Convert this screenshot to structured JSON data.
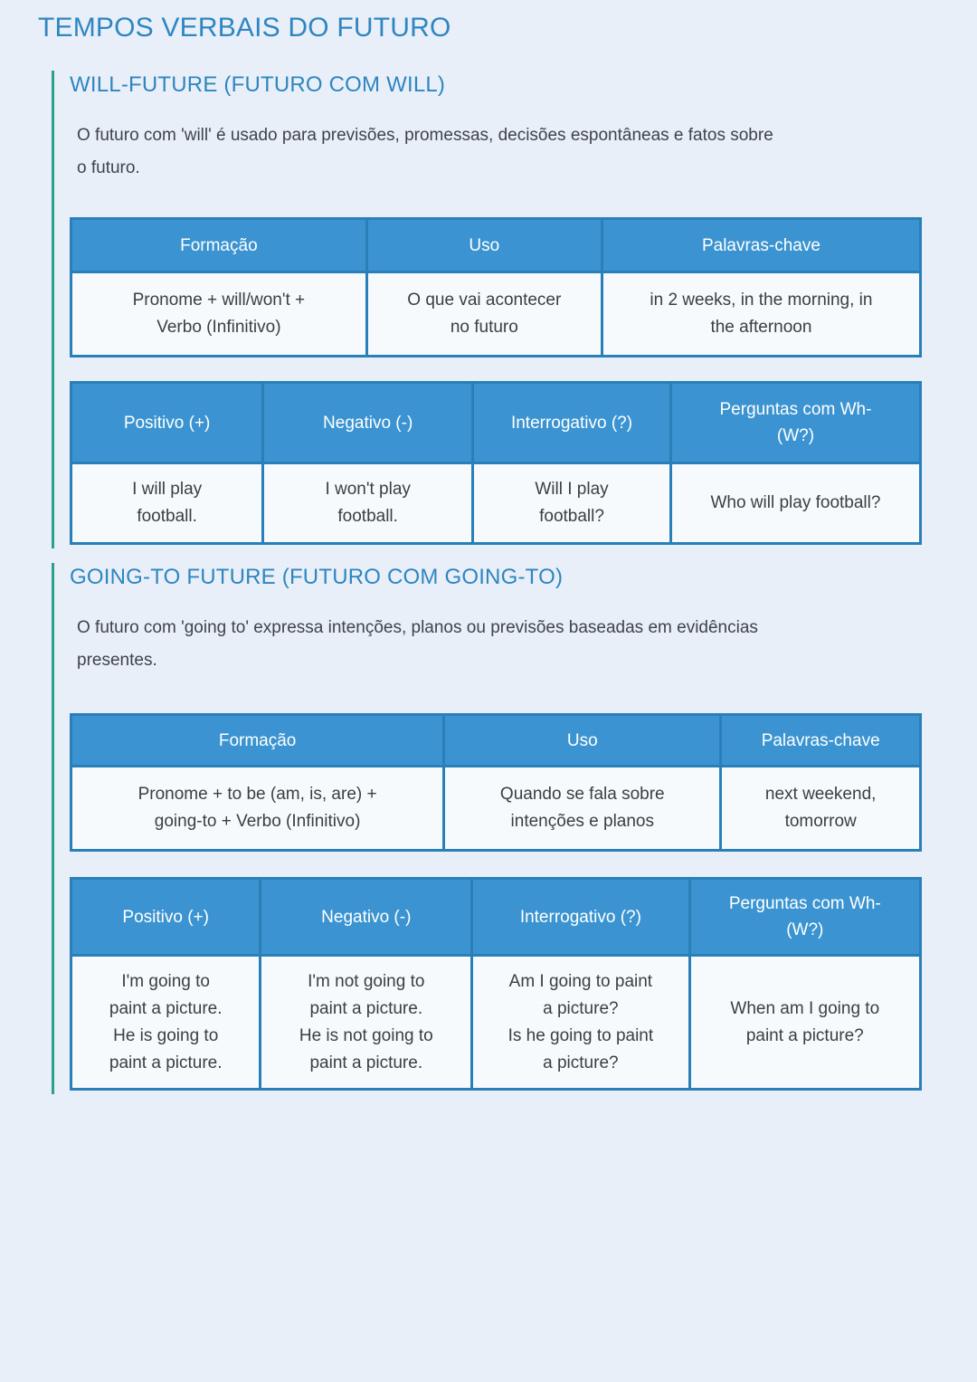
{
  "page": {
    "title": "TEMPOS VERBAIS DO FUTURO",
    "colors": {
      "background": "#e9eff8",
      "heading_blue": "#2e86c1",
      "table_header_blue": "#3b94d1",
      "table_border_blue": "#2980b9",
      "table_cell_bg": "#f7fafc",
      "section_accent_teal": "#29a18e",
      "body_text": "#3e4449"
    }
  },
  "sections": [
    {
      "heading": "WILL-FUTURE (FUTURO COM WILL)",
      "description": "O futuro com 'will' é usado para previsões, promessas, decisões espontâneas e fatos sobre\no futuro.",
      "info_table": {
        "headers": [
          "Formação",
          "Uso",
          "Palavras-chave"
        ],
        "row": [
          "Pronome + will/won't +\nVerbo (Infinitivo)",
          "O que vai acontecer\nno futuro",
          "in 2 weeks, in the morning, in\nthe afternoon"
        ]
      },
      "forms_table": {
        "headers": [
          "Positivo (+)",
          "Negativo (-)",
          "Interrogativo (?)",
          "Perguntas com Wh-\n(W?)"
        ],
        "row": [
          "I will play\nfootball.",
          "I won't play\nfootball.",
          "Will I play\nfootball?",
          "Who will play football?"
        ]
      }
    },
    {
      "heading": "GOING-TO FUTURE (FUTURO COM GOING-TO)",
      "description": "O futuro com 'going to' expressa intenções, planos ou previsões baseadas em evidências\npresentes.",
      "info_table": {
        "headers": [
          "Formação",
          "Uso",
          "Palavras-chave"
        ],
        "row": [
          "Pronome + to be (am, is, are) +\ngoing-to + Verbo (Infinitivo)",
          "Quando se fala sobre\nintenções e planos",
          "next weekend,\ntomorrow"
        ]
      },
      "forms_table": {
        "headers": [
          "Positivo (+)",
          "Negativo (-)",
          "Interrogativo (?)",
          "Perguntas com Wh-\n(W?)"
        ],
        "row": [
          "I'm going to\npaint a picture.\nHe is going to\npaint a picture.",
          "I'm not going to\npaint a picture.\nHe is not going to\npaint a picture.",
          "Am I going to paint\na picture?\nIs he going to paint\na picture?",
          "When am I going to\npaint a picture?"
        ]
      }
    }
  ]
}
